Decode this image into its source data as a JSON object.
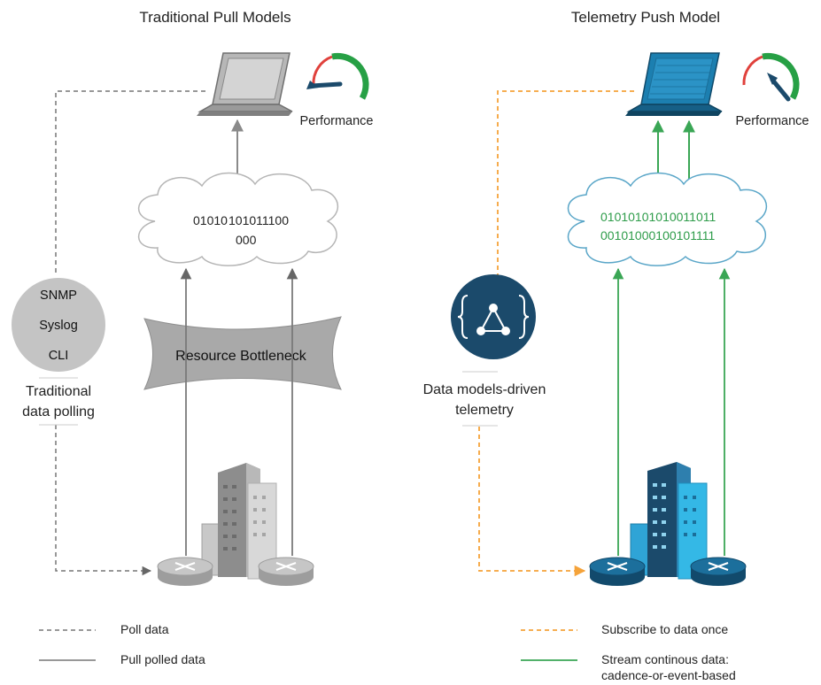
{
  "left_panel": {
    "title": "Traditional Pull Models",
    "performance_label": "Performance",
    "cloud_text": {
      "a": "01010",
      "b": "101011100",
      "c": "000"
    },
    "bottleneck_label": "Resource Bottleneck",
    "protocols": [
      "SNMP",
      "Syslog",
      "CLI"
    ],
    "polling_caption": [
      "Traditional",
      "data polling"
    ]
  },
  "right_panel": {
    "title": "Telemetry Push Model",
    "performance_label": "Performance",
    "cloud_text": {
      "line1": "01010101010011011",
      "line2": "00101000100101111"
    },
    "telemetry_caption": [
      "Data models-driven",
      "telemetry"
    ]
  },
  "legend": {
    "poll_data": "Poll data",
    "pull_polled_data": "Pull polled data",
    "subscribe_once": "Subscribe to data once",
    "stream_line1": "Stream continous data:",
    "stream_line2": "cadence-or-event-based"
  },
  "colors": {
    "gray_line": "#8a8a8a",
    "orange_dash": "#f5a33a",
    "green_line": "#3aa655",
    "navy": "#1b4a6b",
    "blue": "#1c7fb0",
    "cyan": "#34b8e6",
    "gauge_green": "#27a045",
    "gauge_red": "#e0413c"
  }
}
